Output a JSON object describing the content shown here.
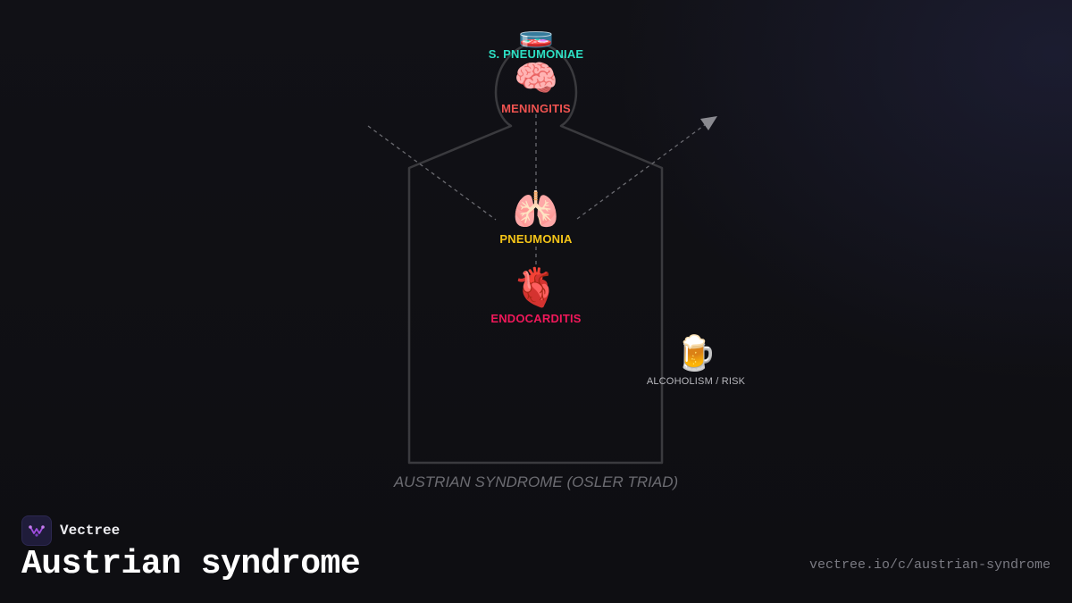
{
  "diagram": {
    "caption": "AUSTRIAN SYNDROME (OSLER TRIAD)",
    "nodes": {
      "pathogen": {
        "emoji": "🧫",
        "label": "S. PNEUMONIAE",
        "color": "#2de0c4",
        "icon": "petri-dish-icon"
      },
      "meningitis": {
        "emoji": "🧠",
        "label": "MENINGITIS",
        "color": "#ef5350",
        "icon": "brain-icon"
      },
      "pneumonia": {
        "emoji": "🫁",
        "label": "PNEUMONIA",
        "color": "#f5c518",
        "icon": "lungs-icon"
      },
      "endocarditis": {
        "emoji": "🫀",
        "label": "ENDOCARDITIS",
        "color": "#f0185a",
        "icon": "heart-icon"
      },
      "risk": {
        "emoji": "🍺",
        "label": "ALCOHOLISM / RISK",
        "color": "#b8b8be",
        "icon": "beer-mug-icon"
      }
    },
    "colors": {
      "body_outline": "#3a3a3e",
      "connector": "#6a6a70",
      "arrowhead": "#8a8a90"
    }
  },
  "brand": {
    "name": "Vectree",
    "logo_color": "#a04ee0"
  },
  "title": "Austrian syndrome",
  "url": "vectree.io/c/austrian-syndrome"
}
